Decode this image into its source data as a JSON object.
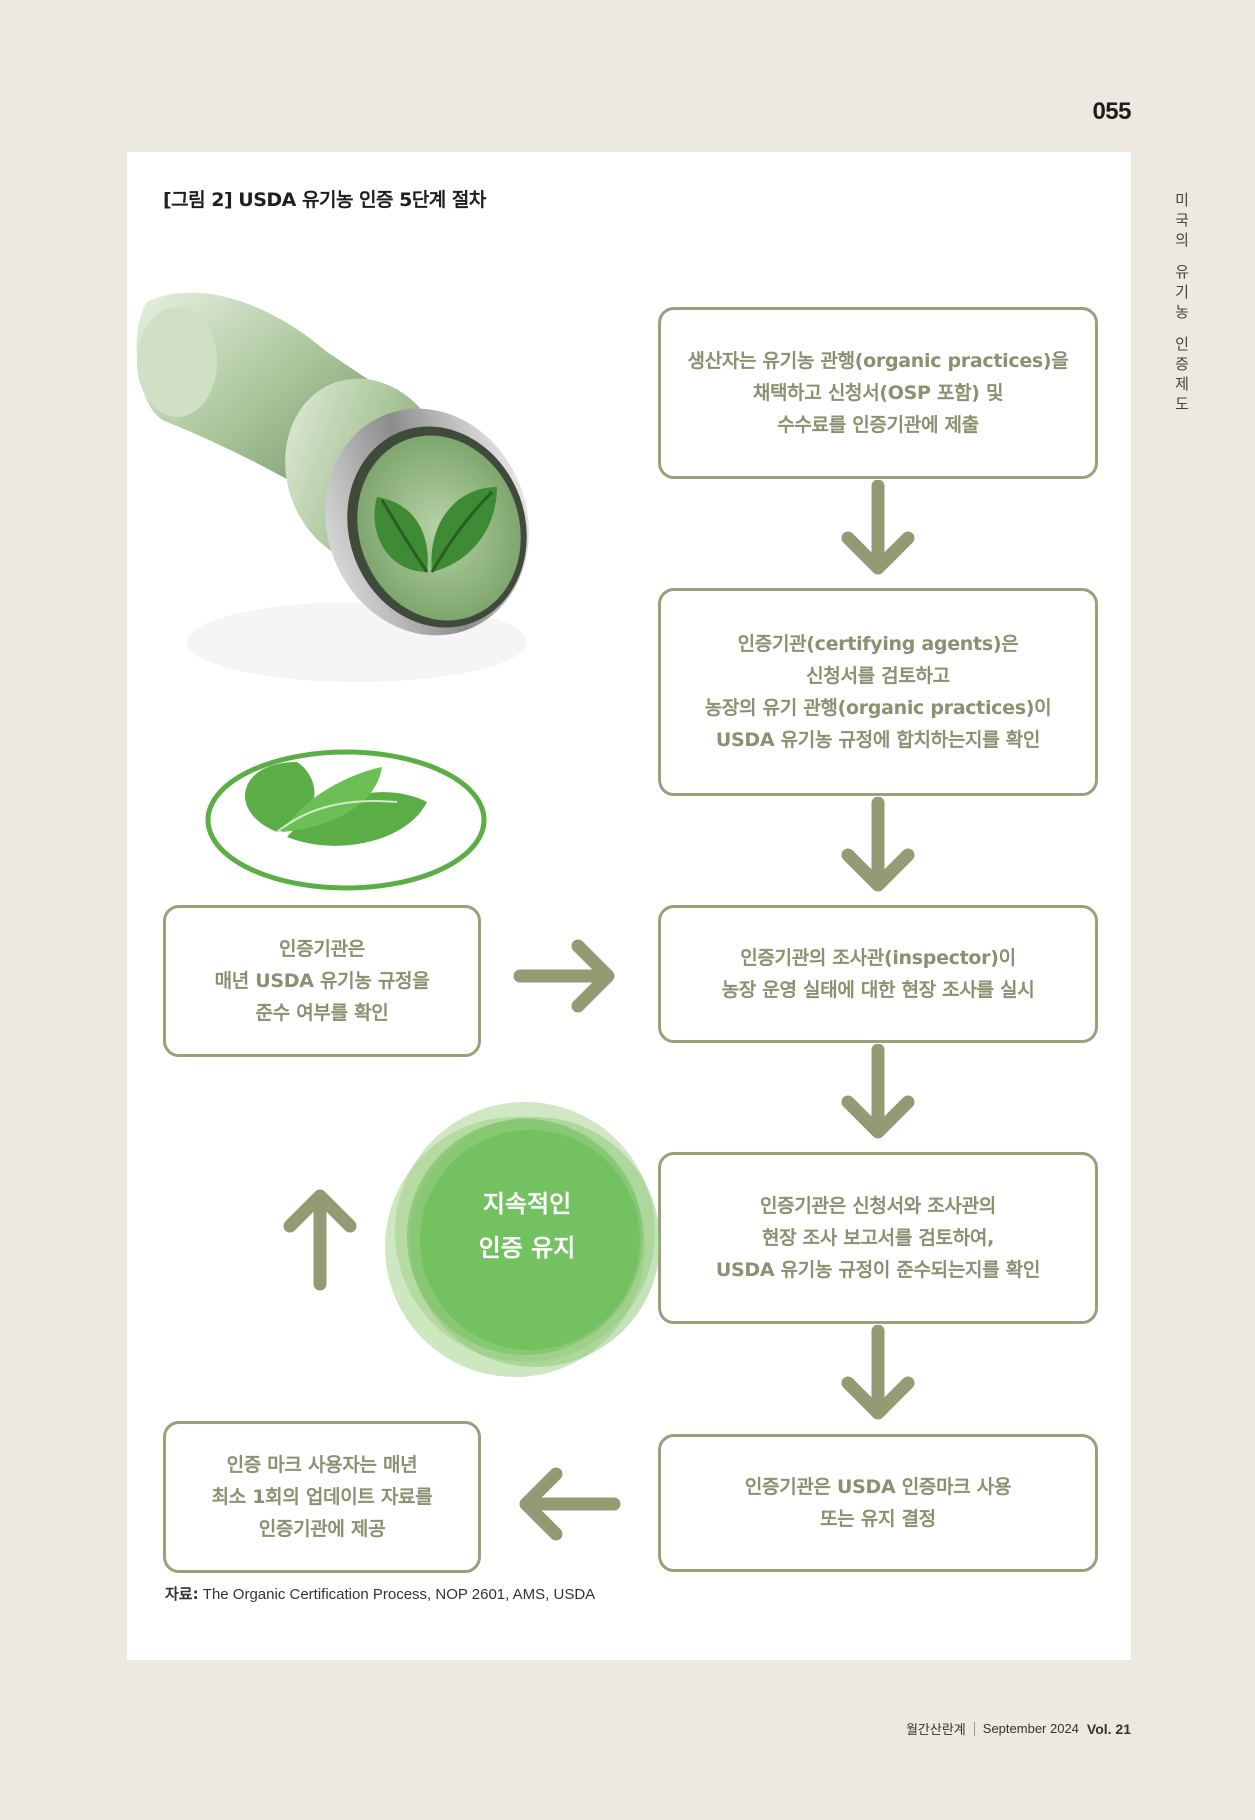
{
  "page_number": "055",
  "side_title": [
    "미",
    "국",
    "의",
    "",
    "유",
    "기",
    "농",
    "",
    "인",
    "증",
    "제",
    "도"
  ],
  "figure_title": "[그림 2] USDA 유기농 인증 5단계 절차",
  "steps": {
    "step1": [
      "생산자는 유기농 관행(organic practices)을",
      "채택하고 신청서(OSP 포함) 및",
      "수수료를 인증기관에 제출"
    ],
    "step2": [
      "인증기관(certifying agents)은",
      "신청서를 검토하고",
      "농장의 유기 관행(organic practices)이",
      "USDA 유기농 규정에 합치하는지를 확인"
    ],
    "step3": [
      "인증기관의 조사관(inspector)이",
      "농장 운영 실태에 대한 현장 조사를 실시"
    ],
    "step4": [
      "인증기관은 신청서와 조사관의",
      "현장 조사 보고서를 검토하여,",
      "USDA 유기농 규정이 준수되는지를 확인"
    ],
    "step5": [
      "인증기관은 USDA 인증마크 사용",
      "또는 유지 결정"
    ]
  },
  "side_boxes": {
    "annual_check": [
      "인증기관은",
      "매년 USDA 유기농 규정을",
      "준수 여부를 확인"
    ],
    "annual_update": [
      "인증 마크 사용자는 매년",
      "최소 1회의 업데이트 자료를",
      "인증기관에 제공"
    ]
  },
  "circle": [
    "지속적인",
    "인증 유지"
  ],
  "source": {
    "label": "자료:",
    "text": " The Organic Certification Process, NOP 2601, AMS, USDA"
  },
  "footer": {
    "magazine": "월간산란계",
    "date": "September 2024",
    "volume": "Vol. 21"
  },
  "colors": {
    "box_border": "#9aa07a",
    "box_text": "#8a9170",
    "arrow": "#939b75",
    "circle": "#6cbf5a"
  },
  "icons": [
    "rubber-stamp-illustration",
    "leaf-stamp-imprint",
    "arrow-down-icon",
    "arrow-right-icon",
    "arrow-left-icon",
    "arrow-up-icon"
  ]
}
